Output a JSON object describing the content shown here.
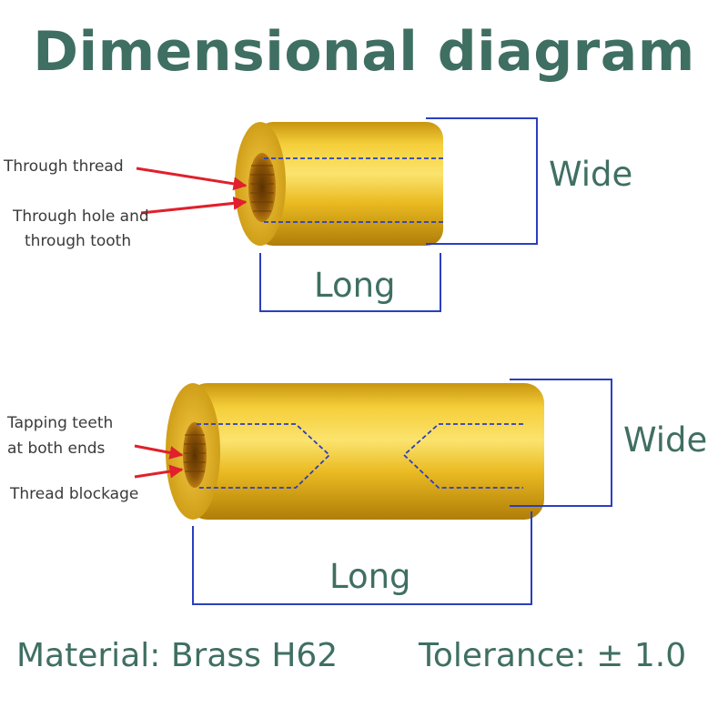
{
  "title": "Dimensional diagram",
  "top_part": {
    "callouts": [
      "Through thread",
      "Through hole and",
      "through tooth"
    ],
    "width_label": "Wide",
    "length_label": "Long"
  },
  "bottom_part": {
    "callouts": [
      "Tapping teeth",
      "at both ends",
      "Thread blockage"
    ],
    "width_label": "Wide",
    "length_label": "Long"
  },
  "footer": {
    "material": "Material: Brass H62",
    "tolerance": "Tolerance: ± 1.0"
  },
  "colors": {
    "heading": "#3f6f62",
    "dimension_line": "#2a3fbf",
    "arrow": "#e0202c",
    "brass_light": "#fbe06a",
    "brass_mid": "#e6b51a",
    "brass_dark": "#b8840b"
  }
}
